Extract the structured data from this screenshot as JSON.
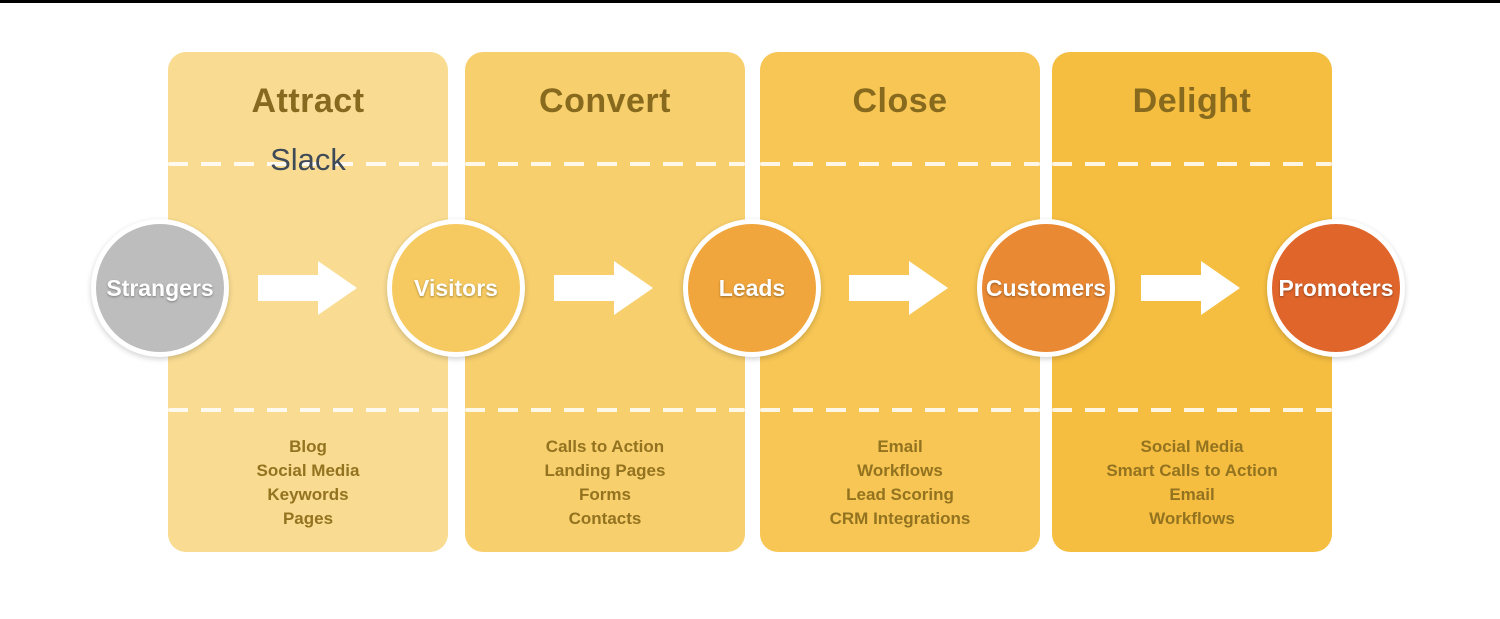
{
  "canvas": {
    "background": "#FFFFFF",
    "top_bar_color": "#000000"
  },
  "annotation": {
    "label": "Slack",
    "color": "#3F4A58"
  },
  "stages": [
    {
      "title": "Attract",
      "column_color": "#F9DC92",
      "tools": [
        "Blog",
        "Social Media",
        "Keywords",
        "Pages"
      ]
    },
    {
      "title": "Convert",
      "column_color": "#F8CF6D",
      "tools": [
        "Calls to Action",
        "Landing Pages",
        "Forms",
        "Contacts"
      ]
    },
    {
      "title": "Close",
      "column_color": "#F7C654",
      "tools": [
        "Email",
        "Workflows",
        "Lead Scoring",
        "CRM Integrations"
      ]
    },
    {
      "title": "Delight",
      "column_color": "#F5BE41",
      "tools": [
        "Social Media",
        "Smart Calls to Action",
        "Email",
        "Workflows"
      ]
    }
  ],
  "personas": [
    {
      "label": "Strangers",
      "color": "#BDBDBD"
    },
    {
      "label": "Visitors",
      "color": "#F6CA60"
    },
    {
      "label": "Leads",
      "color": "#F0A63C"
    },
    {
      "label": "Customers",
      "color": "#E98933"
    },
    {
      "label": "Promoters",
      "color": "#DF652B"
    }
  ],
  "colors": {
    "title_text": "#876A1D",
    "list_text": "#93731F",
    "arrow": "#FFFFFF",
    "dash": "rgba(255,255,255,0.85)"
  }
}
